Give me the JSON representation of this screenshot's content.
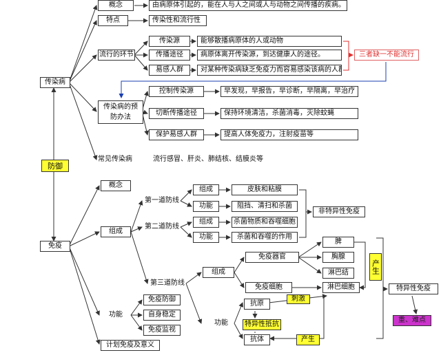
{
  "root": {
    "label": "防御"
  },
  "infectious": {
    "label": "传染病",
    "concept": {
      "label": "概念",
      "text": "由病原体引起的，能在人与人之间或人与动物之间传播的疾病。"
    },
    "traits": {
      "label": "特点",
      "text": "传染性和流行性"
    },
    "links": {
      "label": "流行的环节",
      "items": [
        {
          "label": "传染源",
          "text": "能够散播病原体的人或动物"
        },
        {
          "label": "传播途径",
          "text": "病原体离开传染源，到达健康人的途径。"
        },
        {
          "label": "易感人群",
          "text": "对某种传染病缺乏免疫力而容易感染该病的人群"
        }
      ],
      "note": "三者缺一不能流行"
    },
    "prevention": {
      "label_line1": "传染病的预",
      "label_line2": "防办法",
      "items": [
        {
          "label": "控制传染源",
          "text": "早发现，早报告，早诊断，早隔离，早治疗"
        },
        {
          "label": "切断传播途径",
          "text": "保持环境清洁，杀菌消毒，灭除蚊蝇"
        },
        {
          "label": "保护易感人群",
          "text": "提高人体免疫力，注射疫苗等"
        }
      ]
    },
    "common": {
      "label": "常见传染病",
      "text": "流行感冒、肝炎、肺结核、结膜炎等"
    }
  },
  "immunity": {
    "label": "免疫",
    "concept": {
      "label": "概念"
    },
    "composition": {
      "label": "组成",
      "line1": {
        "label": "第一道防线",
        "comp_label": "组成",
        "comp_text": "皮肤和粘膜",
        "func_label": "功能",
        "func_text": "阻挡、清扫和杀菌"
      },
      "line2": {
        "label": "第二道防线",
        "comp_label": "组成",
        "comp_text": "杀菌物质和吞噬细胞",
        "func_label": "功能",
        "func_text": "杀菌和吞噬的作用"
      },
      "nonspecific": "非特异性免疫",
      "line3": {
        "label": "第三道防线",
        "comp_label": "组成",
        "organs": "免疫器官",
        "organ_items": [
          "脾",
          "胸腺",
          "淋巴结"
        ],
        "produce1": "产生",
        "cells": "免疫细胞",
        "lymph": "淋巴细胞",
        "func_label": "功能",
        "antigen": "抗原",
        "stimulate": "刺激",
        "specific_resist": "特异性抵抗",
        "antibody": "抗体",
        "produce2": "产生"
      },
      "specific": "特异性免疫",
      "key_point": "重、难点"
    },
    "function": {
      "label": "功能",
      "items": [
        "免疫防御",
        "自身稳定",
        "免疫监视"
      ]
    },
    "planned": {
      "label": "计划免疫及意义"
    }
  },
  "colors": {
    "line": "#333333",
    "red": "#e03030",
    "blue": "#1a3fb0",
    "yellow": "#ffff33",
    "magenta": "#cc33cc"
  }
}
